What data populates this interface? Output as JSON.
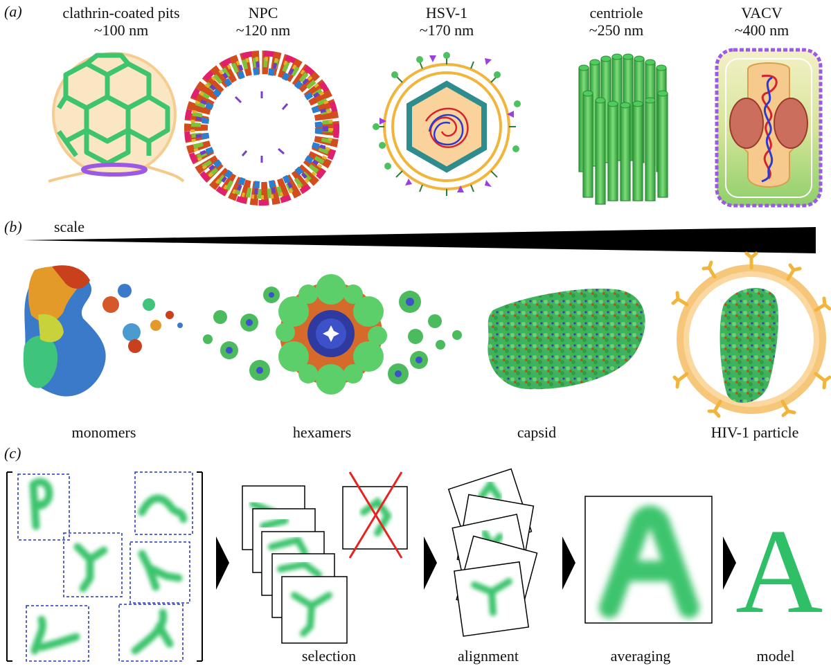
{
  "panels": {
    "a": {
      "label": "(a)",
      "items": [
        {
          "name": "clathrin-coated pits",
          "size": "~100 nm"
        },
        {
          "name": "NPC",
          "size": "~120 nm"
        },
        {
          "name": "HSV-1",
          "size": "~170 nm"
        },
        {
          "name": "centriole",
          "size": "~250 nm"
        },
        {
          "name": "VACV",
          "size": "~400 nm"
        }
      ]
    },
    "b": {
      "label": "(b)",
      "scale_label": "scale",
      "items": [
        "monomers",
        "hexamers",
        "capsid",
        "HIV-1 particle"
      ]
    },
    "c": {
      "label": "(c)",
      "steps": [
        "selection",
        "alignment",
        "averaging",
        "model"
      ],
      "model_glyph": "A"
    }
  },
  "colors": {
    "clathrin_green": "#3ec46d",
    "particle_green": "#2fc067",
    "selection_box_blue": "#2233bb",
    "reject_red": "#e8221f",
    "envelope_orange": "#f0b53a",
    "scale_wedge": "#000000"
  }
}
